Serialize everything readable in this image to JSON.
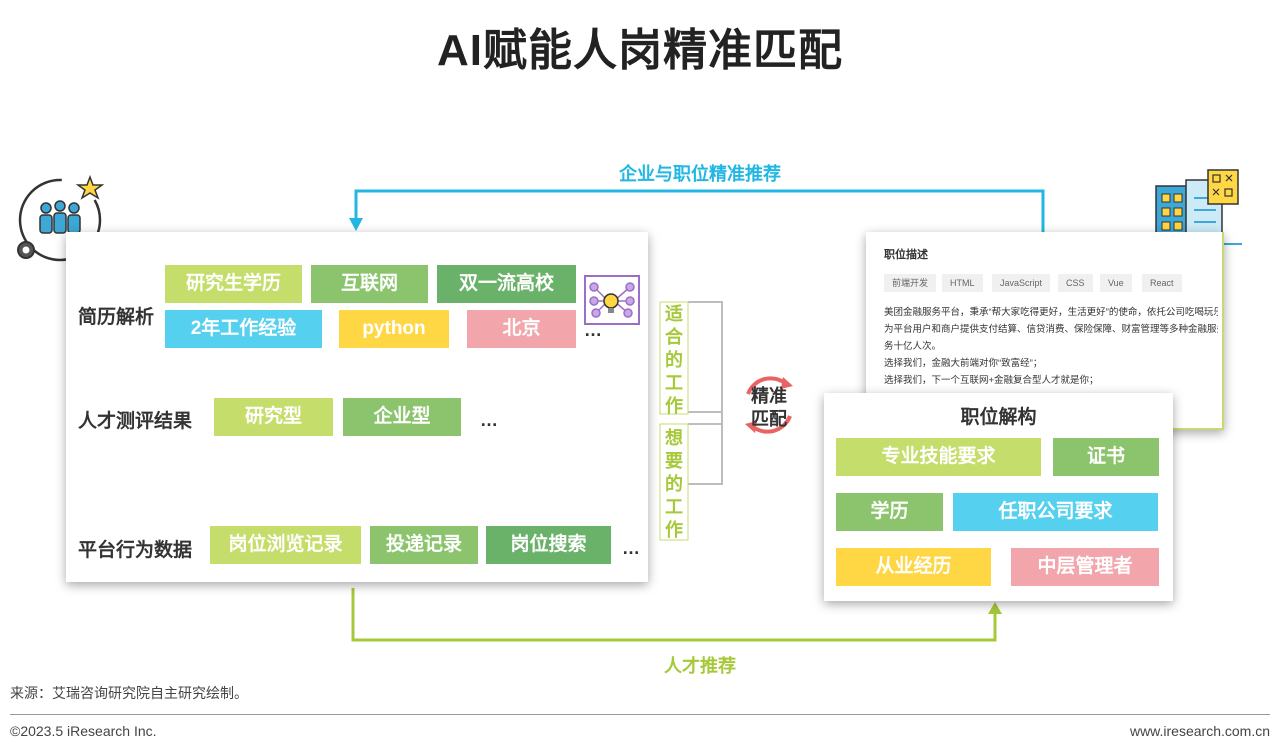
{
  "title": "AI赋能人岗精准匹配",
  "top_arrow_label": "企业与职位精准推荐",
  "bottom_arrow_label": "人才推荐",
  "left_panel": {
    "resume": {
      "label": "简历解析",
      "tags": [
        "研究生学历",
        "互联网",
        "双一流高校",
        "2年工作经验",
        "python",
        "北京"
      ],
      "more": "…"
    },
    "assessment": {
      "label": "人才测评结果",
      "tags": [
        "研究型",
        "企业型"
      ],
      "more": "…"
    },
    "behavior": {
      "label": "平台行为数据",
      "tags": [
        "岗位浏览记录",
        "投递记录",
        "岗位搜索"
      ],
      "more": "…"
    }
  },
  "bracket_labels": {
    "suitable": "适合的工作",
    "desired": "想要的工作"
  },
  "center_label": {
    "line1": "精准",
    "line2": "匹配"
  },
  "job_desc": {
    "heading": "职位描述",
    "chips": [
      "前端开发",
      "HTML",
      "JavaScript",
      "CSS",
      "Vue",
      "React"
    ],
    "lines": [
      "美团金融服务平台，秉承“帮大家吃得更好，生活更好”的使命，依托公司吃喝玩乐",
      "为平台用户和商户提供支付结算、信贷消费、保险保障、财富管理等多种金融服务",
      "务十亿人次。",
      "选择我们，金融大前端对你“致富经”；",
      "选择我们，下一个互联网+金融复合型人才就是你；"
    ]
  },
  "job_structure": {
    "heading": "职位解构",
    "tags": [
      "专业技能要求",
      "证书",
      "学历",
      "任职公司要求",
      "从业经历",
      "中层管理者"
    ]
  },
  "icons": [
    "people-group-icon",
    "building-icon",
    "brain-network-icon",
    "refresh-cycle-icon"
  ],
  "colors": {
    "light_green": "#c5dd6a",
    "mid_green": "#8cc46e",
    "dark_green": "#6ab16a",
    "blue": "#55d0ef",
    "yellow": "#ffd643",
    "pink": "#f2a5ab",
    "cyan_arrow": "#22b7e3",
    "lime_arrow": "#a6c93a",
    "red_cycle": "#e86464"
  },
  "source": "来源：艾瑞咨询研究院自主研究绘制。",
  "copyright": "©2023.5 iResearch Inc.",
  "website": "www.iresearch.com.cn"
}
